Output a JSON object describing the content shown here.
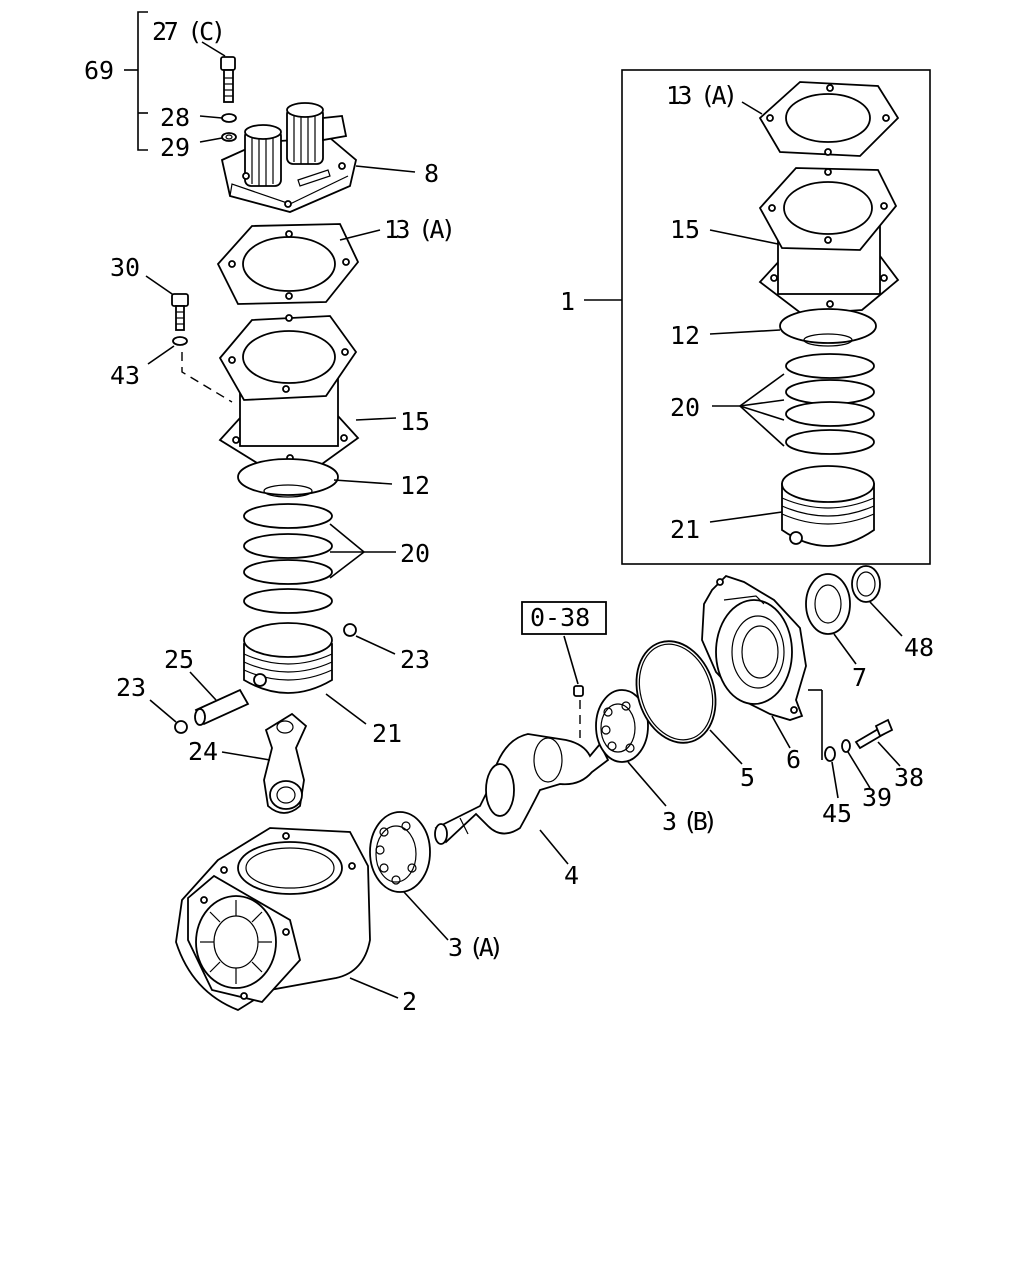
{
  "diagram": {
    "labels": {
      "p69": "69",
      "p27c": "27 (C)",
      "p28": "28",
      "p29": "29",
      "p8": "8",
      "p13a_left": "13 (A)",
      "p30": "30",
      "p43": "43",
      "p15_left": "15",
      "p12_left": "12",
      "p20_left": "20",
      "p23_right": "23",
      "p25": "25",
      "p23_left": "23",
      "p24": "24",
      "p21_left": "21",
      "p13a_box": "13 (A)",
      "p15_box": "15",
      "p1": "1",
      "p12_box": "12",
      "p20_box": "20",
      "p21_box": "21",
      "p0_38": "0-38",
      "p7": "7",
      "p48": "48",
      "p5": "5",
      "p6": "6",
      "p3b": "3 (B)",
      "p45": "45",
      "p39": "39",
      "p38": "38",
      "p4": "4",
      "p3a": "3 (A)",
      "p2": "2"
    }
  }
}
